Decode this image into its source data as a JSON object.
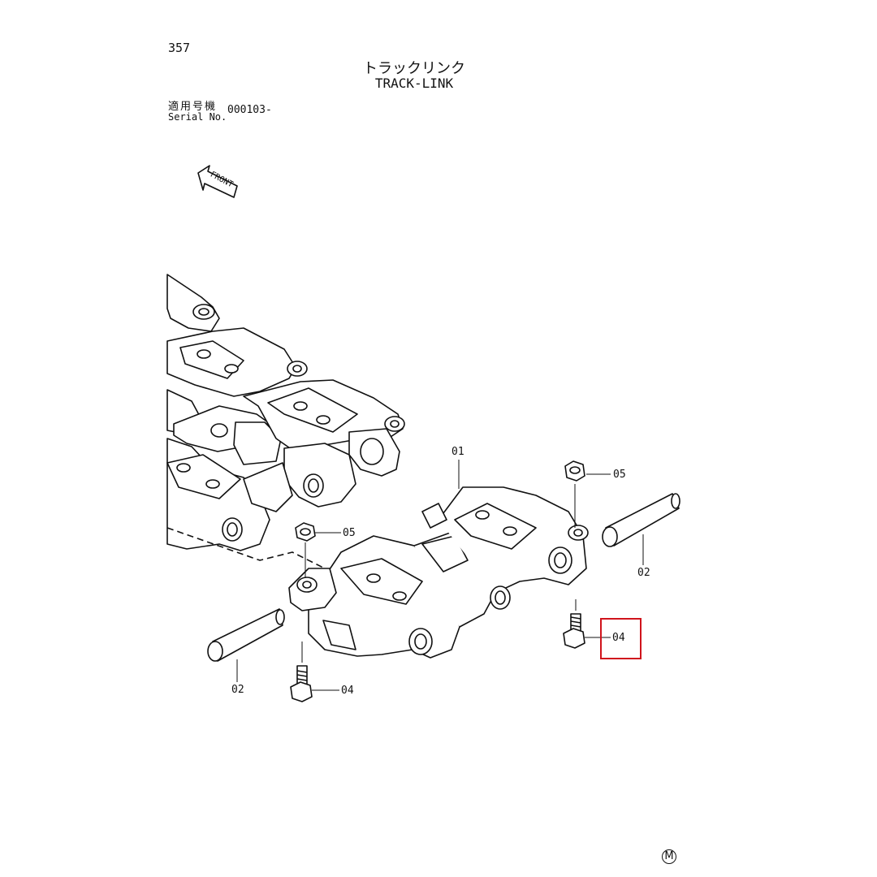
{
  "page": {
    "number": "357"
  },
  "title": {
    "jp": "トラックリンク",
    "en": "TRACK-LINK"
  },
  "serial": {
    "label_jp": "適用号機",
    "label_en": "Serial No.",
    "value": "000103-"
  },
  "front_marker": {
    "label": "FRONT"
  },
  "callouts": [
    {
      "id": "01",
      "label": "01"
    },
    {
      "id": "05a",
      "label": "05"
    },
    {
      "id": "05b",
      "label": "05"
    },
    {
      "id": "02a",
      "label": "02"
    },
    {
      "id": "02b",
      "label": "02"
    },
    {
      "id": "04a",
      "label": "04"
    },
    {
      "id": "04b",
      "label": "04"
    }
  ],
  "highlight": {
    "target": "04",
    "color": "#d0141c"
  },
  "footer": {
    "mark": "M"
  }
}
